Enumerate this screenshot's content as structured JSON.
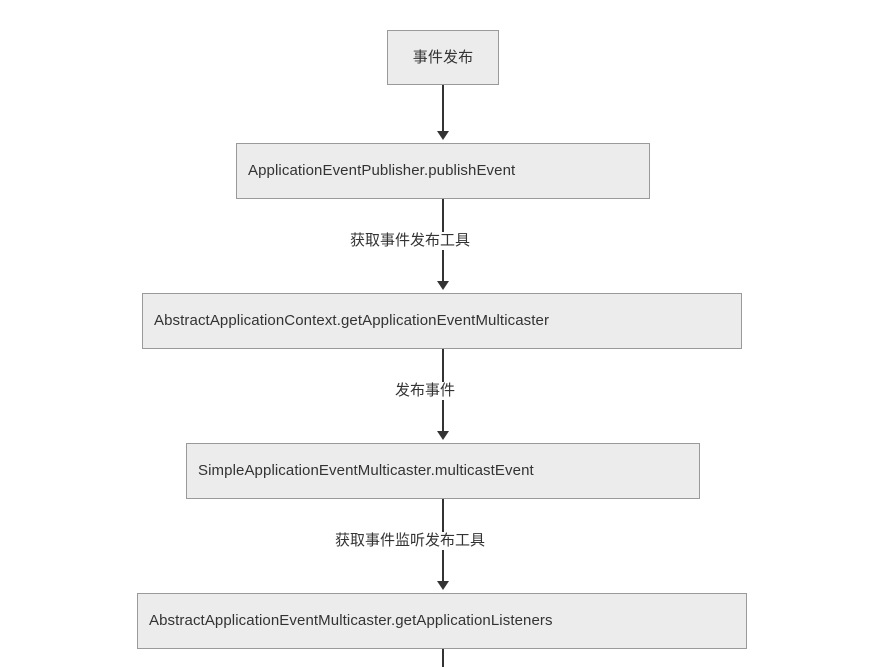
{
  "diagram": {
    "type": "flowchart",
    "direction": "top-to-bottom",
    "theme": {
      "node_fill": "#ececec",
      "node_border": "#9a9a9a",
      "text_color": "#333333",
      "edge_color": "#333333",
      "background": "#ffffff"
    },
    "nodes": [
      {
        "id": "n1",
        "label": "事件发布"
      },
      {
        "id": "n2",
        "label": "ApplicationEventPublisher.publishEvent"
      },
      {
        "id": "n3",
        "label": "AbstractApplicationContext.getApplicationEventMulticaster"
      },
      {
        "id": "n4",
        "label": "SimpleApplicationEventMulticaster.multicastEvent"
      },
      {
        "id": "n5",
        "label": "AbstractApplicationEventMulticaster.getApplicationListeners"
      }
    ],
    "edges": [
      {
        "id": "e1",
        "from": "n1",
        "to": "n2",
        "label": ""
      },
      {
        "id": "e2",
        "from": "n2",
        "to": "n3",
        "label": "获取事件发布工具"
      },
      {
        "id": "e3",
        "from": "n3",
        "to": "n4",
        "label": "发布事件"
      },
      {
        "id": "e4",
        "from": "n4",
        "to": "n5",
        "label": "获取事件监听发布工具"
      },
      {
        "id": "e5",
        "from": "n5",
        "to": "",
        "label": ""
      }
    ]
  }
}
